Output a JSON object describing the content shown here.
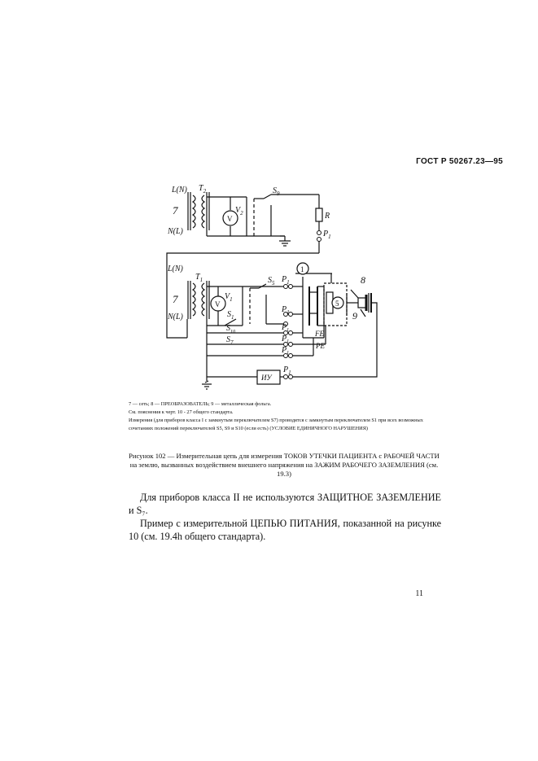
{
  "header": {
    "standard_number": "ГОСТ Р 50267.23—95"
  },
  "figure": {
    "labels": {
      "mains_top_l": "L(N)",
      "mains_top_n": "N(L)",
      "mains_bot_l": "L(N)",
      "mains_bot_n": "N(L)",
      "net_top": "7",
      "net_bot": "7",
      "t2": "T",
      "t2_sub": "2",
      "t1": "T",
      "t1_sub": "1",
      "v2": "V",
      "v2_sub": "2",
      "v1": "V",
      "v1_sub": "1",
      "volt_symbol": "V",
      "s9": "S",
      "s9_sub": "9",
      "s5": "S",
      "s5_sub": "5",
      "s1": "S",
      "s1_sub": "1",
      "s10": "S",
      "s10_sub": "10",
      "s7": "S",
      "s7_sub": "7",
      "r": "R",
      "p": "P",
      "p_sub": "1",
      "circle1": "1",
      "circle5": "5",
      "label8": "8",
      "label9": "9",
      "fe": "FE",
      "pe": "PE",
      "mu": "ИУ"
    }
  },
  "notes": {
    "legend": "7 — сеть; 8 — ПРЕОБРАЗОВАТЕЛЬ; 9 — металлическая фольга.",
    "see": "См. пояснения к черт. 10 - 27 общего стандарта.",
    "measure": "Измерения (для приборов класса I с замкнутым переключателем S7) проводятся с замкнутым переключателем S1 при всех возможных сочетаниях положений переключателей S5, S9 и S10 (если есть) (УСЛОВИЕ ЕДИНИЧНОГО НАРУШЕНИЯ)"
  },
  "caption": "Рисунок 102 — Измерительная цепь для измерения ТОКОВ УТЕЧКИ ПАЦИЕНТА с РАБОЧЕЙ ЧАСТИ на землю, вызванных воздействием внешнего напряжения на ЗАЖИМ РАБОЧЕГО ЗАЗЕМЛЕНИЯ (см. 19.3)",
  "body": {
    "para1": "Для приборов класса II не используются ЗАЩИТНОЕ ЗАЗЕМЛЕНИЕ и S₇.",
    "para2": "Пример с измерительной ЦЕПЬЮ ПИТАНИЯ, показанной на рисунке 10 (см. 19.4h общего стандарта)."
  },
  "page_number": "11"
}
